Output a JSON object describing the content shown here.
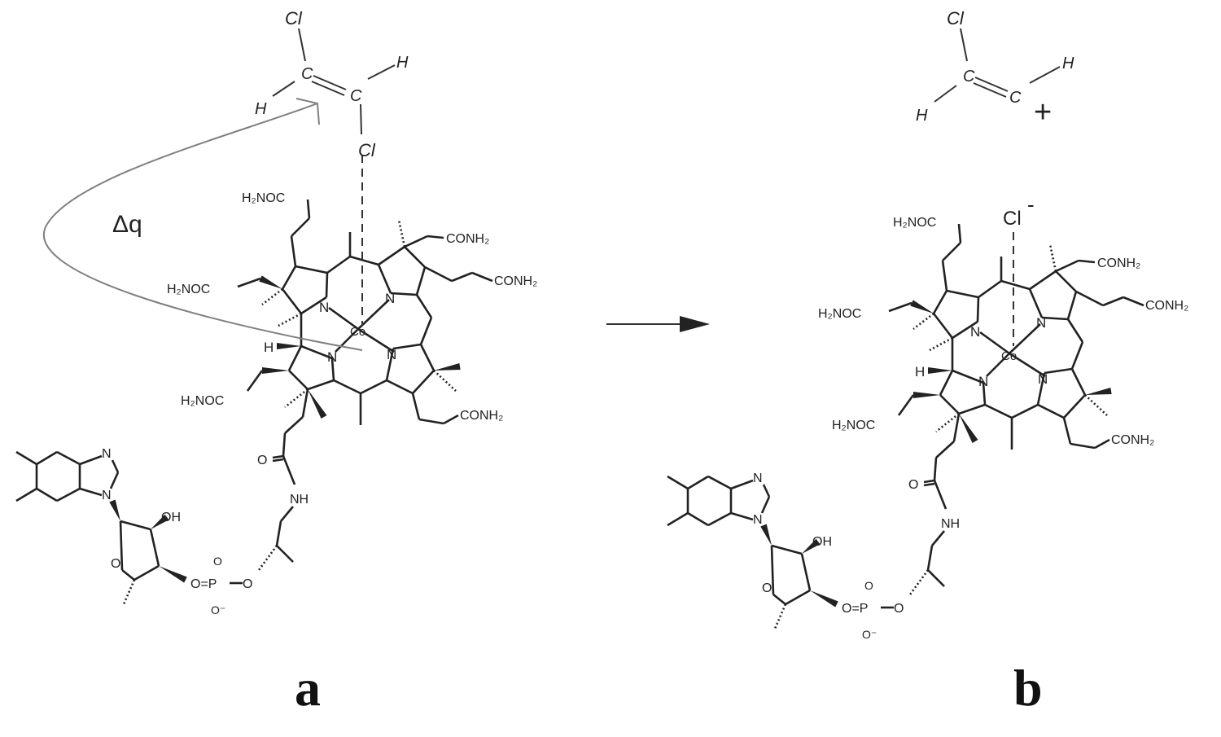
{
  "panel_labels": {
    "a": "a",
    "b": "b"
  },
  "reactant": {
    "cl_top": "Cl",
    "c1": "C",
    "h1": "H",
    "c2": "C",
    "h2": "H",
    "cl_bottom": "Cl"
  },
  "product_fragment": {
    "cl_top": "Cl",
    "c1": "C",
    "h1": "H",
    "c2": "C",
    "h2": "H",
    "charge": "+",
    "chloride": "Cl",
    "chloride_charge": "-"
  },
  "charge_transfer_label": "Δq",
  "molecule_labels": {
    "h2noc": "H₂NOC",
    "conh2": "CONH₂",
    "n": "N",
    "co": "Co",
    "h": "H",
    "o": "O",
    "nh": "NH",
    "oh": "OH",
    "op": "O=P",
    "o_minus": "O⁻"
  },
  "colors": {
    "ink": "#222222",
    "arrow_gray": "#808080"
  }
}
